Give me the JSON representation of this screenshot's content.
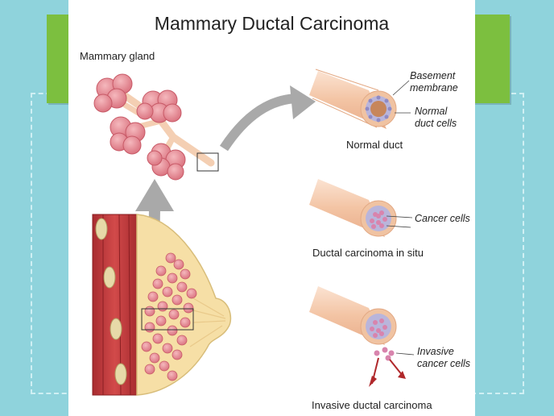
{
  "title": "Mammary Ductal Carcinoma",
  "labels": {
    "mammary_gland": "Mammary gland",
    "normal_duct": "Normal duct",
    "dcis": "Ductal carcinoma in situ",
    "invasive": "Invasive ductal carcinoma"
  },
  "annotations": {
    "basement_membrane_1": "Basement",
    "basement_membrane_2": "membrane",
    "normal_duct_cells_1": "Normal",
    "normal_duct_cells_2": "duct cells",
    "cancer_cells": "Cancer cells",
    "invasive_cells_1": "Invasive",
    "invasive_cells_2": "cancer cells"
  },
  "colors": {
    "background": "#8fd3dc",
    "accent_green": "#7cbf3f",
    "lobule_pink": "#e8939c",
    "duct_peach": "#f4c7a8",
    "muscle_red": "#c0393b",
    "fat_yellow": "#f6dfa6",
    "arrow_gray": "#a9a9a9"
  }
}
